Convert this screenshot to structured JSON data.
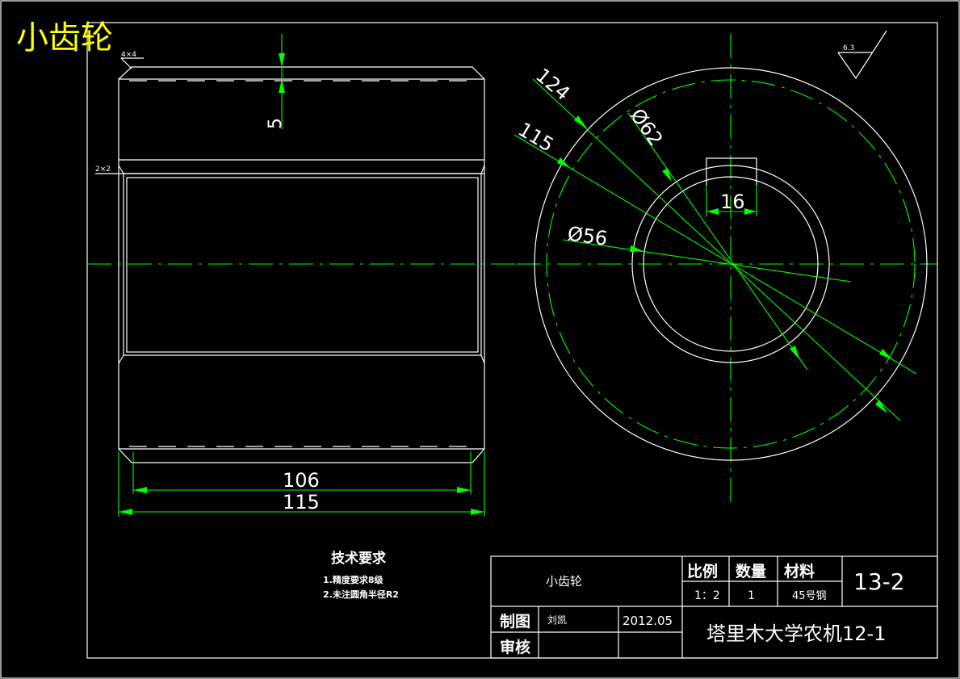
{
  "title": "小齿轮",
  "chamfer_top": "4×4",
  "chamfer_inner": "2×2",
  "dims": {
    "keyway_depth": "5",
    "inner_length": "106",
    "overall_length": "115",
    "d124": "124",
    "d115": "115",
    "d62": "Ø62",
    "d56": "Ø56",
    "key_width": "16"
  },
  "roughness": "6.3",
  "tech_req": {
    "heading": "技术要求",
    "items": [
      "1.精度要求8级",
      "2.未注圆角半径R2"
    ]
  },
  "title_block": {
    "part_name": "小齿轮",
    "scale_label": "比例",
    "qty_label": "数量",
    "material_label": "材料",
    "scale": "1：2",
    "qty": "1",
    "material": "45号钢",
    "drawing_no": "13-2",
    "drawn_label": "制图",
    "drawn_by": "刘凯",
    "date": "2012.05",
    "checked_label": "审核",
    "school": "塔里木大学农机12-1"
  }
}
